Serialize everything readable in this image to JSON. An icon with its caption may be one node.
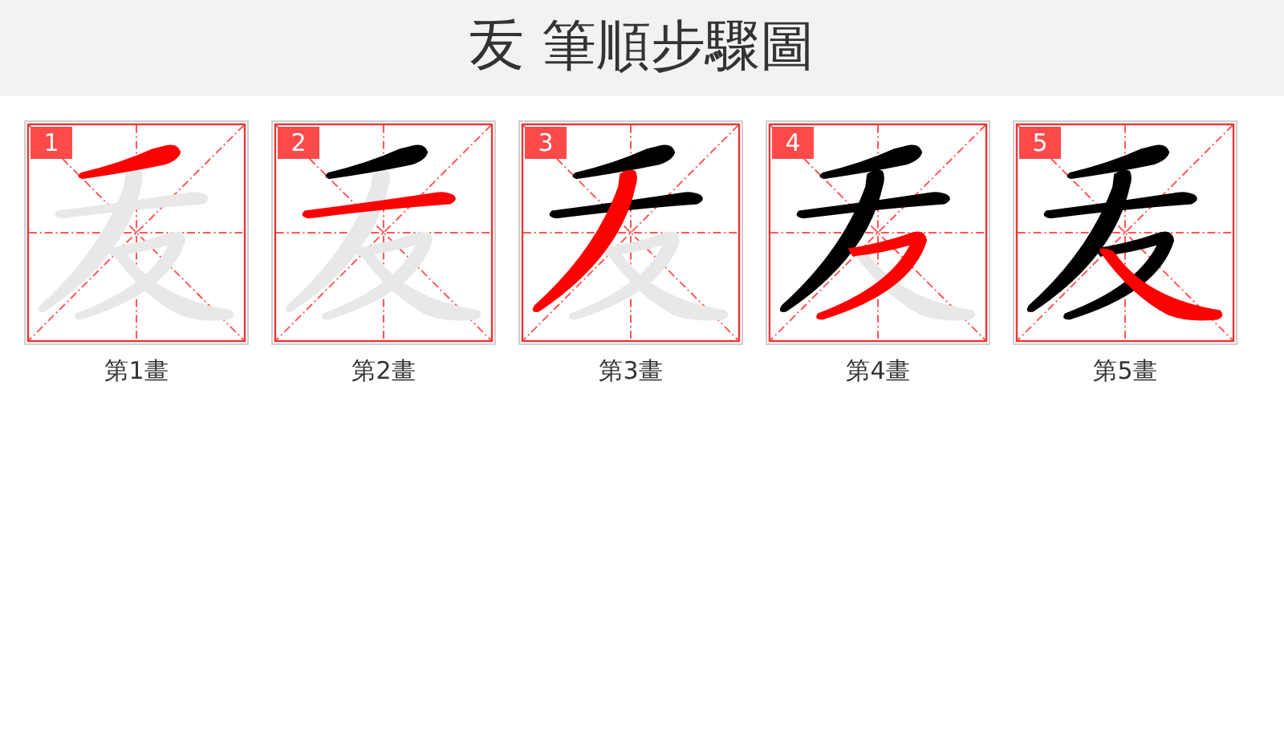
{
  "diagram": {
    "title": "叐 筆順步驟圖",
    "nodes": [
      {
        "text": [
          "1"
        ],
        "beside": [
          "第1畫"
        ]
      },
      {
        "text": [
          "2"
        ],
        "beside": [
          "第2畫"
        ]
      },
      {
        "text": [
          "3"
        ],
        "beside": [
          "第3畫"
        ]
      },
      {
        "text": [
          "4"
        ],
        "beside": [
          "第4畫"
        ]
      },
      {
        "text": [
          "5"
        ],
        "beside": [
          "第5畫"
        ]
      }
    ]
  }
}
